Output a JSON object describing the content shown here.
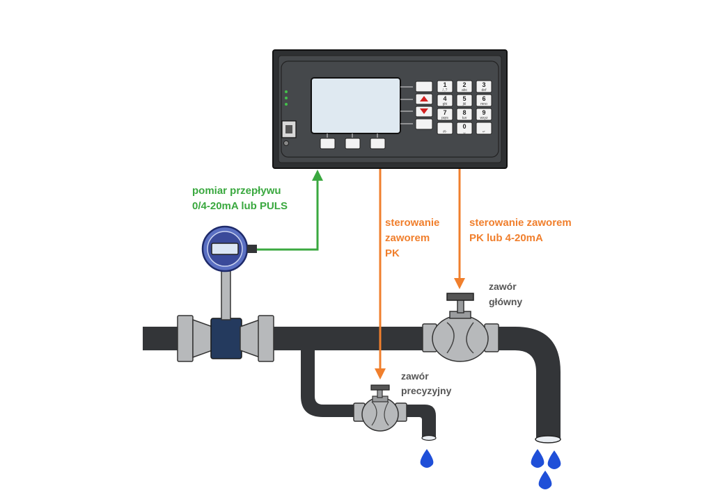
{
  "colors": {
    "pipe": "#333538",
    "fitting": "#b7b9bb",
    "green": "#3aa83f",
    "orange": "#f07f2d",
    "water": "#1f4fd8",
    "controller": "#3a3c3e",
    "screen": "#dfe9f1",
    "meter": "#3a4a9a"
  },
  "labels": {
    "flow_line1": "pomiar przepływu",
    "flow_line2": "0/4-20mA lub PULS",
    "pk_line1": "sterowanie",
    "pk_line2": "zaworem",
    "pk_line3": "PK",
    "main_ctrl_line1": "sterowanie zaworem",
    "main_ctrl_line2": "PK lub 4-20mA",
    "main_valve_line1": "zawór",
    "main_valve_line2": "główny",
    "prec_valve_line1": "zawór",
    "prec_valve_line2": "precyzyjny"
  },
  "keypad": {
    "keys": [
      {
        "main": "1",
        "sub": "/.,?"
      },
      {
        "main": "2",
        "sub": "abc"
      },
      {
        "main": "3",
        "sub": "def"
      },
      {
        "main": "4",
        "sub": "ghi"
      },
      {
        "main": "5",
        "sub": "jkl"
      },
      {
        "main": "6",
        "sub": "mno"
      },
      {
        "main": "7",
        "sub": "pqrs"
      },
      {
        "main": "8",
        "sub": "tuv"
      },
      {
        "main": "9",
        "sub": "wxyz"
      },
      {
        "main": "",
        "sub": "#/-"
      },
      {
        "main": "0",
        "sub": "␣"
      },
      {
        "main": "",
        "sub": "↵"
      }
    ]
  }
}
